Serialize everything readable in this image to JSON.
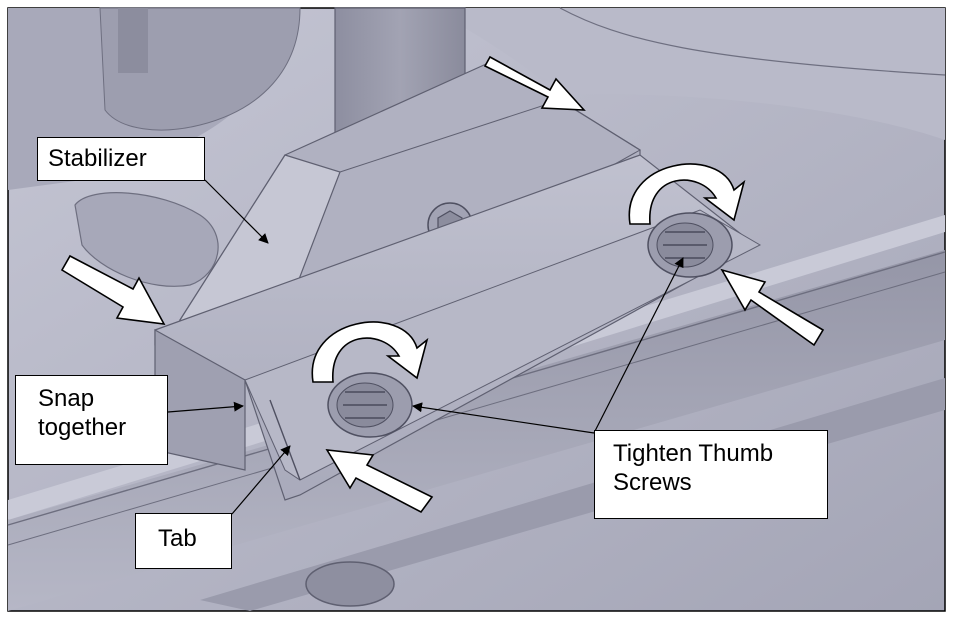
{
  "figure": {
    "background_color": "#ffffff",
    "model_color": "#b3b4c4",
    "model_shadow_color": "#8d8ea0",
    "arrow_color": "#ffffff",
    "arrow_outline_color": "#000000"
  },
  "labels": {
    "stabilizer": "Stabilizer",
    "snap_line1": "Snap",
    "snap_line2": "together",
    "tab": "Tab",
    "tighten_line1": "Tighten Thumb",
    "tighten_line2": "Screws"
  },
  "icons": {
    "straight_arrow": "white-block-arrow",
    "rotation_arrow": "curved-rotation-arrow",
    "leader": "leader-line-arrowhead"
  }
}
